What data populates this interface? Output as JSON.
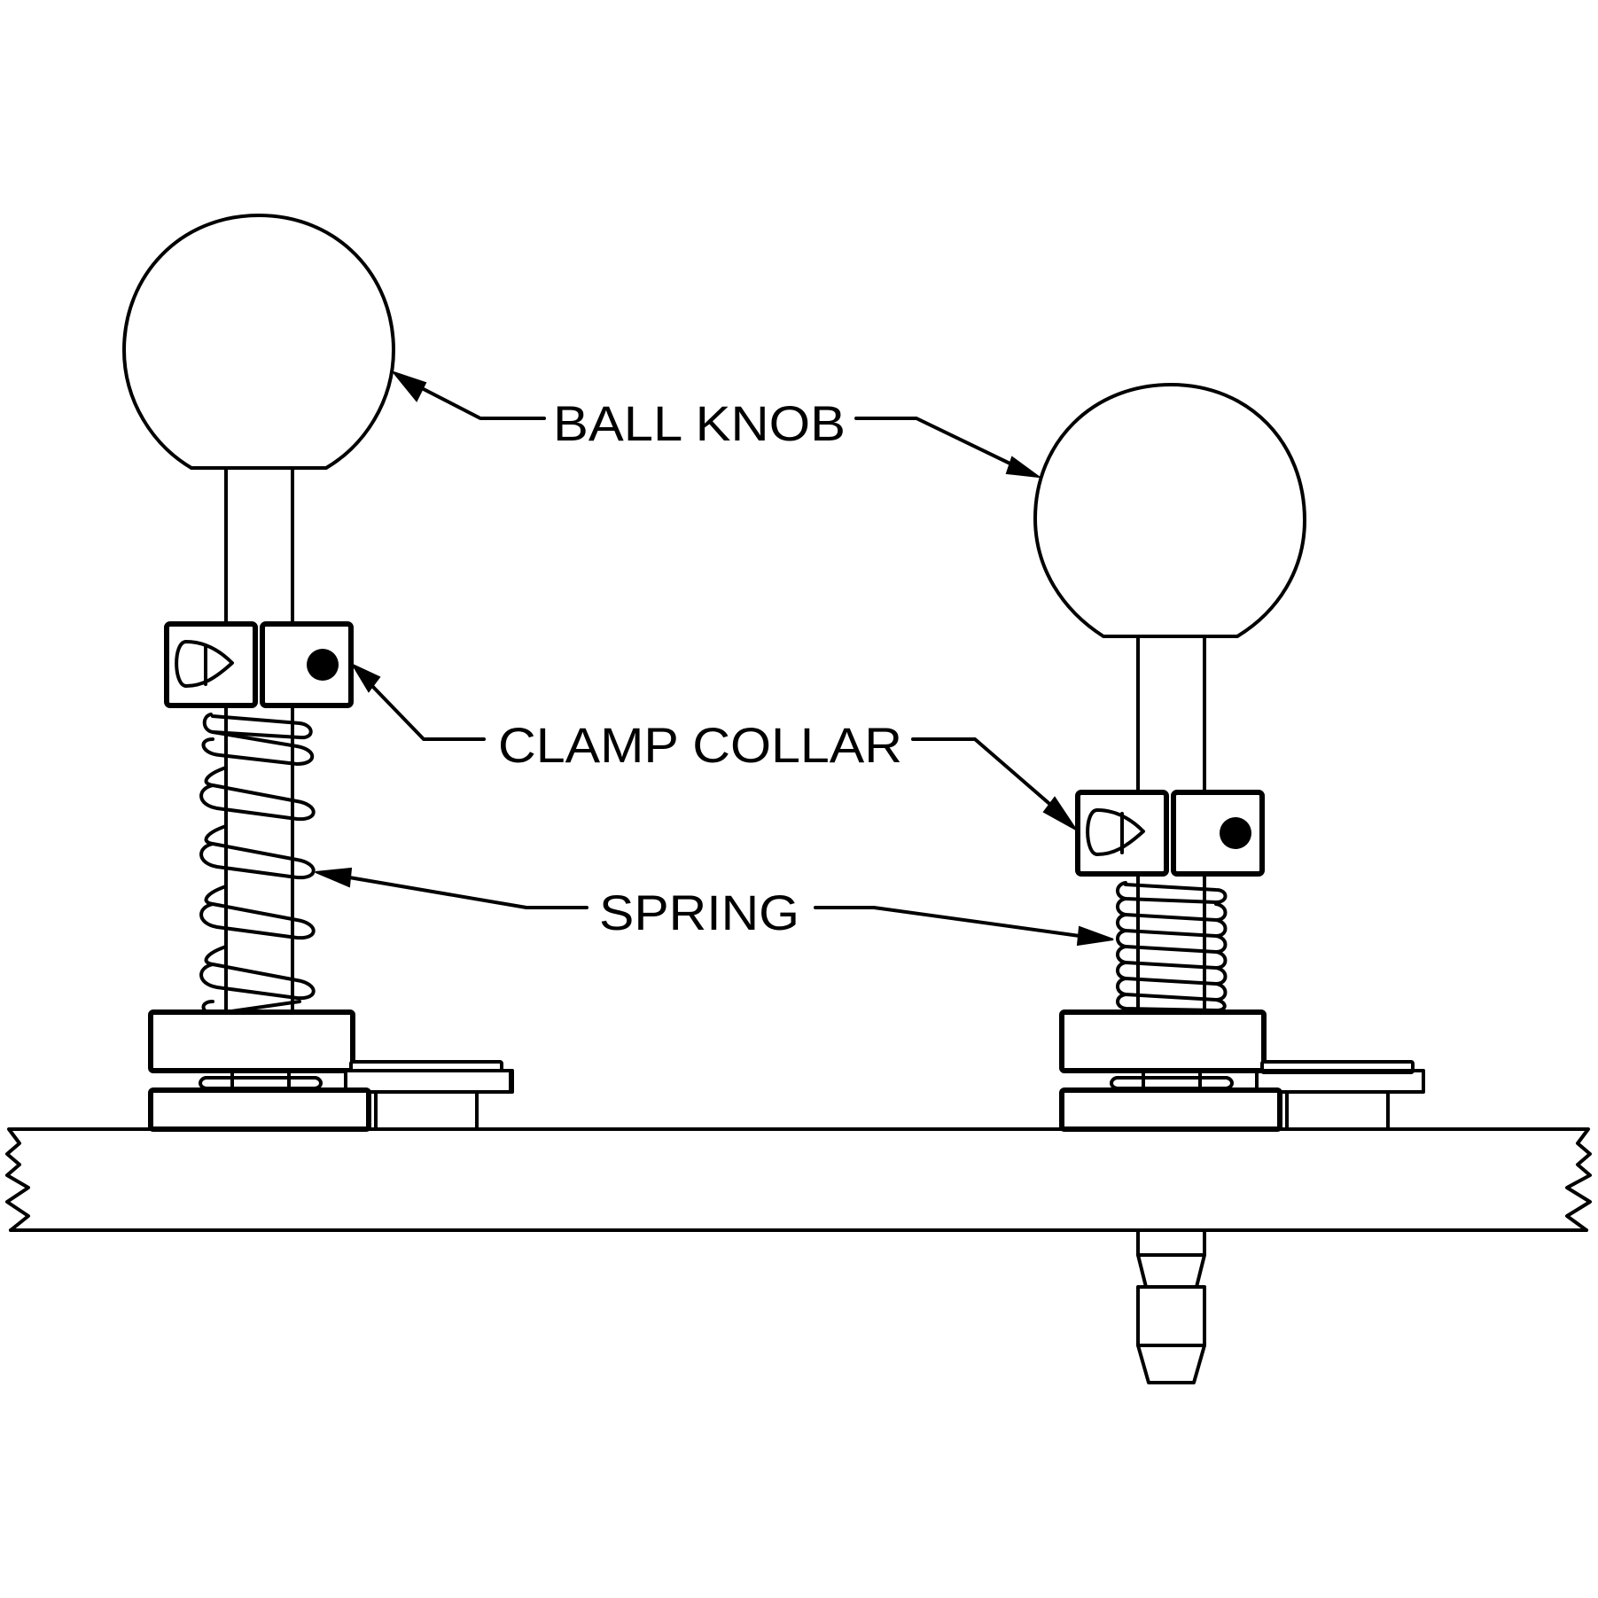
{
  "labels": {
    "ball_knob": "BALL KNOB",
    "clamp_collar": "CLAMP COLLAR",
    "spring": "SPRING"
  },
  "colors": {
    "line": "#000000",
    "background": "#ffffff"
  }
}
